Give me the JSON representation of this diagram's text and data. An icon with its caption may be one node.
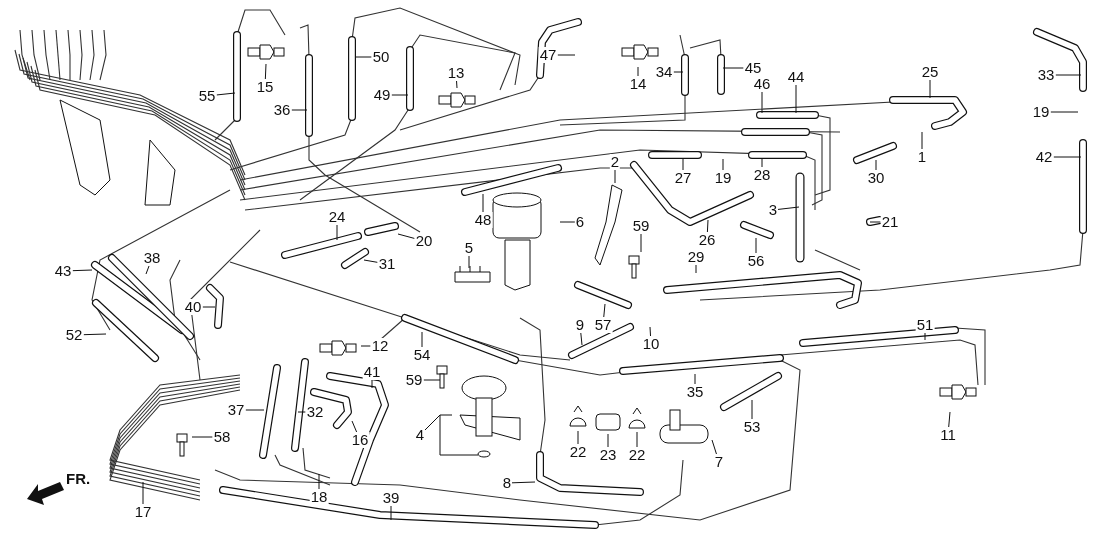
{
  "diagram": {
    "nodes": [
      {
        "text": [
          "15"
        ]
      },
      {
        "text": [
          "55"
        ]
      },
      {
        "text": [
          "36"
        ]
      },
      {
        "text": [
          "50"
        ]
      },
      {
        "text": [
          "49"
        ]
      },
      {
        "text": [
          "13"
        ]
      },
      {
        "text": [
          "47"
        ]
      },
      {
        "text": [
          "14"
        ]
      },
      {
        "text": [
          "34"
        ]
      },
      {
        "text": [
          "45"
        ]
      },
      {
        "text": [
          "46"
        ]
      },
      {
        "text": [
          "44"
        ]
      },
      {
        "text": [
          "25"
        ]
      },
      {
        "text": [
          "33"
        ]
      },
      {
        "text": [
          "19"
        ]
      },
      {
        "text": [
          "42"
        ]
      },
      {
        "text": [
          "1"
        ]
      },
      {
        "text": [
          "30"
        ]
      },
      {
        "text": [
          "27"
        ]
      },
      {
        "text": [
          "19"
        ]
      },
      {
        "text": [
          "28"
        ]
      },
      {
        "text": [
          "3"
        ]
      },
      {
        "text": [
          "21"
        ]
      },
      {
        "text": [
          "26"
        ]
      },
      {
        "text": [
          "56"
        ]
      },
      {
        "text": [
          "29"
        ]
      },
      {
        "text": [
          "2"
        ]
      },
      {
        "text": [
          "59"
        ]
      },
      {
        "text": [
          "6"
        ]
      },
      {
        "text": [
          "48"
        ]
      },
      {
        "text": [
          "24"
        ]
      },
      {
        "text": [
          "20"
        ]
      },
      {
        "text": [
          "31"
        ]
      },
      {
        "text": [
          "5"
        ]
      },
      {
        "text": [
          "43"
        ]
      },
      {
        "text": [
          "38"
        ]
      },
      {
        "text": [
          "40"
        ]
      },
      {
        "text": [
          "52"
        ]
      },
      {
        "text": [
          "54"
        ]
      },
      {
        "text": [
          "12"
        ]
      },
      {
        "text": [
          "41"
        ]
      },
      {
        "text": [
          "59"
        ]
      },
      {
        "text": [
          "37"
        ]
      },
      {
        "text": [
          "32"
        ]
      },
      {
        "text": [
          "16"
        ]
      },
      {
        "text": [
          "4"
        ]
      },
      {
        "text": [
          "58"
        ]
      },
      {
        "text": [
          "18"
        ]
      },
      {
        "text": [
          "17"
        ]
      },
      {
        "text": [
          "39"
        ]
      },
      {
        "text": [
          "8"
        ]
      },
      {
        "text": [
          "9"
        ]
      },
      {
        "text": [
          "57"
        ]
      },
      {
        "text": [
          "10"
        ]
      },
      {
        "text": [
          "51"
        ]
      },
      {
        "text": [
          "35"
        ]
      },
      {
        "text": [
          "53"
        ]
      },
      {
        "text": [
          "22"
        ]
      },
      {
        "text": [
          "23"
        ]
      },
      {
        "text": [
          "22"
        ]
      },
      {
        "text": [
          "7"
        ]
      },
      {
        "text": [
          "11"
        ]
      }
    ],
    "edges": [
      {
        "from": 0,
        "to": null,
        "arrow": "none"
      },
      {
        "from": 1,
        "to": null,
        "arrow": "none"
      },
      {
        "from": 2,
        "to": null,
        "arrow": "none"
      },
      {
        "from": 3,
        "to": null,
        "arrow": "none"
      },
      {
        "from": 4,
        "to": null,
        "arrow": "none"
      },
      {
        "from": 5,
        "to": null,
        "arrow": "none"
      },
      {
        "from": 6,
        "to": null,
        "arrow": "none"
      },
      {
        "from": 7,
        "to": null,
        "arrow": "none"
      },
      {
        "from": 8,
        "to": null,
        "arrow": "none"
      },
      {
        "from": 9,
        "to": null,
        "arrow": "none"
      },
      {
        "from": 10,
        "to": null,
        "arrow": "none"
      },
      {
        "from": 11,
        "to": null,
        "arrow": "none"
      },
      {
        "from": 12,
        "to": null,
        "arrow": "none"
      },
      {
        "from": 13,
        "to": null,
        "arrow": "none"
      },
      {
        "from": 14,
        "to": null,
        "arrow": "none"
      },
      {
        "from": 15,
        "to": null,
        "arrow": "none"
      },
      {
        "from": 16,
        "to": null,
        "arrow": "none"
      },
      {
        "from": 17,
        "to": null,
        "arrow": "none"
      },
      {
        "from": 18,
        "to": null,
        "arrow": "none"
      },
      {
        "from": 19,
        "to": null,
        "arrow": "none"
      },
      {
        "from": 20,
        "to": null,
        "arrow": "none"
      },
      {
        "from": 21,
        "to": null,
        "arrow": "none"
      },
      {
        "from": 22,
        "to": null,
        "arrow": "none"
      },
      {
        "from": 23,
        "to": null,
        "arrow": "none"
      },
      {
        "from": 24,
        "to": null,
        "arrow": "none"
      },
      {
        "from": 25,
        "to": null,
        "arrow": "none"
      },
      {
        "from": 26,
        "to": null,
        "arrow": "none"
      },
      {
        "from": 27,
        "to": null,
        "arrow": "none"
      },
      {
        "from": 28,
        "to": null,
        "arrow": "none"
      },
      {
        "from": 29,
        "to": null,
        "arrow": "none"
      },
      {
        "from": 30,
        "to": null,
        "arrow": "none"
      },
      {
        "from": 31,
        "to": null,
        "arrow": "none"
      },
      {
        "from": 32,
        "to": null,
        "arrow": "none"
      },
      {
        "from": 33,
        "to": null,
        "arrow": "none"
      },
      {
        "from": 34,
        "to": null,
        "arrow": "none"
      },
      {
        "from": 35,
        "to": null,
        "arrow": "none"
      },
      {
        "from": 36,
        "to": null,
        "arrow": "none"
      },
      {
        "from": 37,
        "to": null,
        "arrow": "none"
      },
      {
        "from": 38,
        "to": null,
        "arrow": "none"
      },
      {
        "from": 39,
        "to": null,
        "arrow": "none"
      },
      {
        "from": 40,
        "to": null,
        "arrow": "none"
      },
      {
        "from": 41,
        "to": null,
        "arrow": "none"
      },
      {
        "from": 42,
        "to": null,
        "arrow": "none"
      },
      {
        "from": 43,
        "to": null,
        "arrow": "none"
      },
      {
        "from": 44,
        "to": null,
        "arrow": "none"
      },
      {
        "from": 45,
        "to": null,
        "arrow": "none"
      },
      {
        "from": 46,
        "to": null,
        "arrow": "none"
      },
      {
        "from": 47,
        "to": null,
        "arrow": "none"
      },
      {
        "from": 48,
        "to": null,
        "arrow": "none"
      },
      {
        "from": 49,
        "to": null,
        "arrow": "none"
      },
      {
        "from": 50,
        "to": null,
        "arrow": "none"
      },
      {
        "from": 51,
        "to": null,
        "arrow": "none"
      },
      {
        "from": 52,
        "to": null,
        "arrow": "none"
      },
      {
        "from": 53,
        "to": null,
        "arrow": "none"
      },
      {
        "from": 54,
        "to": null,
        "arrow": "none"
      },
      {
        "from": 55,
        "to": null,
        "arrow": "none"
      },
      {
        "from": 56,
        "to": null,
        "arrow": "none"
      },
      {
        "from": 57,
        "to": null,
        "arrow": "none"
      },
      {
        "from": 58,
        "to": null,
        "arrow": "none"
      },
      {
        "from": 59,
        "to": null,
        "arrow": "none"
      },
      {
        "from": 60,
        "to": null,
        "arrow": "none"
      },
      {
        "from": 61,
        "to": null,
        "arrow": "none"
      }
    ],
    "labels": [
      "FR."
    ]
  }
}
